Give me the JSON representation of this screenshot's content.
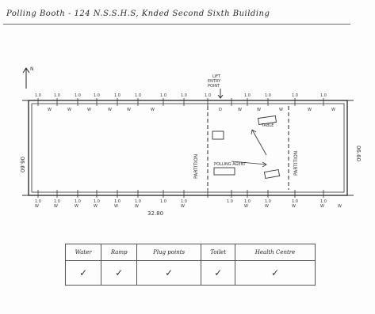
{
  "header": {
    "title": "Polling Booth - 124    N.S.S.H.S, Knded Second    Sixth Building"
  },
  "plan": {
    "north_label": "N",
    "dimension_left": "06.60",
    "dimension_right": "06.60",
    "dimension_bottom": "32.80",
    "partition_left_label": "PARTITION",
    "partition_right_label": "PARTITION",
    "entry_label_1": "LIFT",
    "entry_label_2": "ENTRY",
    "entry_label_3": "POINT",
    "table_label": "TABLE",
    "polling_agent_label": "POLLING AGENT",
    "top_window_marks": [
      "1.0",
      "1.0",
      "1.0",
      "1.0",
      "1.0",
      "1.0",
      "1.0",
      "1.0",
      "1.0",
      "1.0",
      "1.0",
      "1.0",
      "1.0"
    ],
    "top_w_marks": [
      "W",
      "W",
      "W",
      "W",
      "W",
      "W",
      "D",
      "W",
      "W",
      "W",
      "W",
      "W"
    ],
    "bottom_window_marks": [
      "1.0",
      "1.0",
      "1.0",
      "1.0",
      "1.0",
      "1.0",
      "1.0",
      "1.0",
      "1.0",
      "1.0",
      "1.0",
      "1.0",
      "1.0"
    ],
    "bottom_w_marks": [
      "W",
      "W",
      "W",
      "W",
      "W",
      "W",
      "W",
      "W",
      "W",
      "W",
      "W",
      "W"
    ]
  },
  "facilities": {
    "headers": [
      "Water",
      "Ramp",
      "Plug points",
      "Toilet",
      "Health Centre"
    ],
    "values": [
      "✓",
      "✓",
      "✓",
      "✓",
      "✓"
    ]
  }
}
